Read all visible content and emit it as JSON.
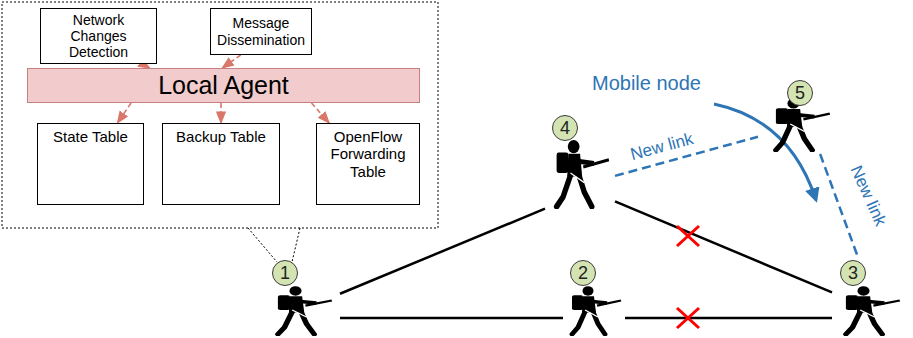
{
  "diagram": {
    "nodes": [
      {
        "text": [
          "Network Changes Detection"
        ]
      },
      {
        "text": [
          "Message Dissemination"
        ]
      },
      {
        "text": [
          "Local Agent"
        ]
      },
      {
        "text": [
          "State Table"
        ]
      },
      {
        "text": [
          "Backup Table"
        ]
      },
      {
        "text": [
          "OpenFlow Forwarding Table"
        ]
      },
      {
        "text": [
          "5"
        ]
      },
      {
        "text": [
          "4"
        ]
      },
      {
        "text": [
          "1"
        ]
      },
      {
        "text": [
          "2"
        ]
      },
      {
        "text": [
          "3"
        ]
      }
    ],
    "edges": [
      {
        "from": 0,
        "to": 2,
        "arrow": "to"
      },
      {
        "from": 1,
        "to": 2,
        "arrow": "to"
      },
      {
        "from": 2,
        "to": 3,
        "arrow": "to"
      },
      {
        "from": 2,
        "to": 4,
        "arrow": "to"
      },
      {
        "from": 2,
        "to": 5,
        "arrow": "to"
      },
      {
        "from": 8,
        "to": 7,
        "arrow": "none"
      },
      {
        "from": 8,
        "to": 9,
        "arrow": "none"
      },
      {
        "from": 9,
        "to": 10,
        "arrow": "none"
      },
      {
        "from": 7,
        "to": 10,
        "arrow": "none"
      },
      {
        "from": 7,
        "to": 6,
        "label": "New link",
        "arrow": "none"
      },
      {
        "from": 6,
        "to": 10,
        "label": "New link",
        "arrow": "none"
      }
    ],
    "labels": [
      "Mobile node"
    ]
  }
}
